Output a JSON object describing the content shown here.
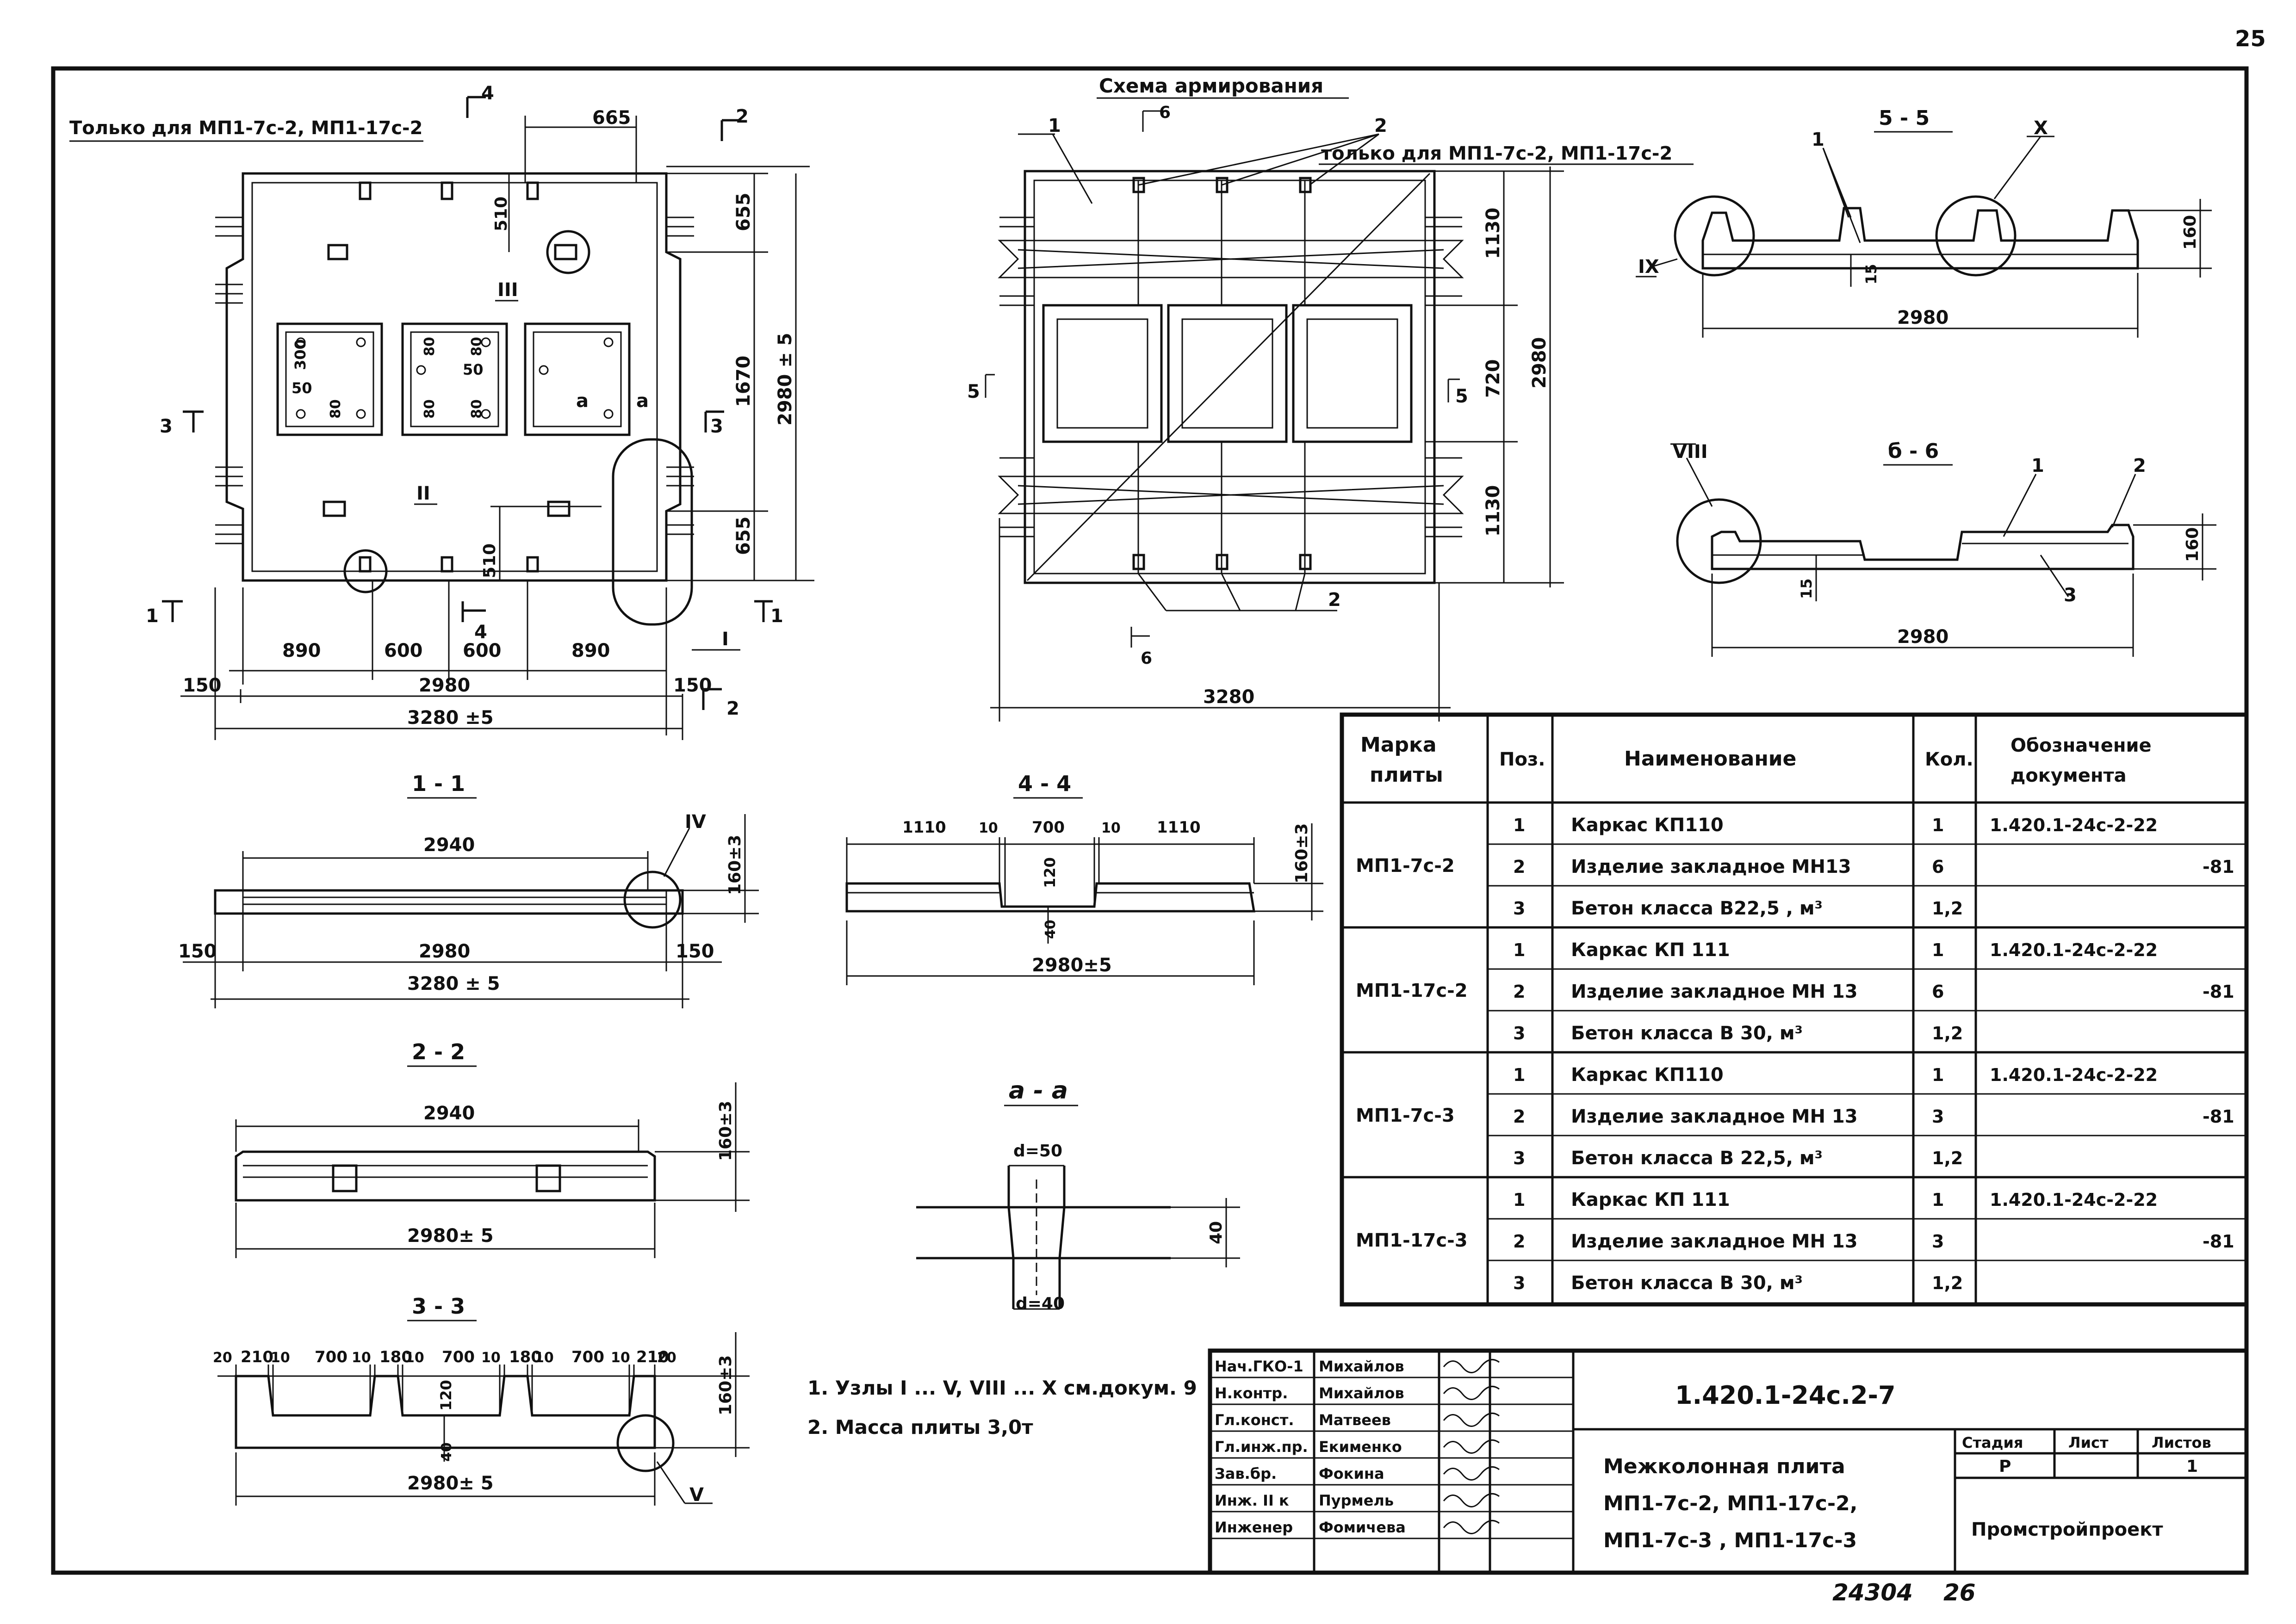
{
  "page_number": "25",
  "bottom_code": "24304",
  "bottom_page": "26",
  "plan": {
    "note": "Только для МП1-7с-2, МП1-17с-2",
    "section_marks": {
      "s1": "1",
      "s2": "2",
      "s3": "3",
      "s4": "4"
    },
    "dims": {
      "d665": "665",
      "d510a": "510",
      "d510b": "510",
      "d655a": "655",
      "d655b": "655",
      "d1670": "1670",
      "d2980v": "2980 ± 5",
      "d300": "300",
      "d50a": "50",
      "d50b": "50",
      "d80a": "80",
      "d80b": "80",
      "d80c": "80",
      "d80d": "80",
      "d80e": "80",
      "d890a": "890",
      "d600a": "600",
      "d600b": "600",
      "d890b": "890",
      "d150a": "150",
      "d2980": "2980",
      "d150b": "150",
      "d3280": "3280 ±5"
    },
    "labels": {
      "a1": "a",
      "a2": "a",
      "node_I": "I",
      "node_II": "II",
      "node_III": "III"
    }
  },
  "scheme": {
    "title": "Схема армирования",
    "note": "только для МП1-7с-2, МП1-17с-2",
    "labels": {
      "p1": "1",
      "p2a": "2",
      "p2b": "2",
      "s5a": "5",
      "s5b": "5",
      "s6a": "6",
      "s6b": "6"
    },
    "dims": {
      "d1130a": "1130",
      "d720": "720",
      "d1130b": "1130",
      "d2980": "2980",
      "d3280": "3280"
    }
  },
  "sec55": {
    "title": "5 - 5",
    "p1": "1",
    "node_X": "X",
    "node_IX": "IX",
    "d160": "160",
    "d15": "15",
    "d2980": "2980"
  },
  "sec66": {
    "title": "б - 6",
    "p1": "1",
    "p2": "2",
    "p3": "3",
    "node_VIII": "VIII",
    "d160": "160",
    "d15": "15",
    "d2980": "2980"
  },
  "sec11": {
    "title": "1 - 1",
    "node_IV": "IV",
    "d2940": "2940",
    "d160": "160±3",
    "d150a": "150",
    "d2980": "2980",
    "d150b": "150",
    "d3280": "3280 ± 5"
  },
  "sec44": {
    "title": "4 - 4",
    "d1110a": "1110",
    "d10a": "10",
    "d700": "700",
    "d10b": "10",
    "d1110b": "1110",
    "d120": "120",
    "d40": "40",
    "d160": "160±3",
    "d2980": "2980±5"
  },
  "sec22": {
    "title": "2 - 2",
    "d2940": "2940",
    "d160": "160±3",
    "d2980": "2980± 5"
  },
  "secaa": {
    "title": "a - a",
    "dtop": "d=50",
    "dbot": "d=40",
    "d40": "40"
  },
  "sec33": {
    "title": "3 - 3",
    "dims": [
      "20",
      "210",
      "10",
      "700",
      "10",
      "180",
      "10",
      "700",
      "10",
      "180",
      "10",
      "700",
      "10",
      "210",
      "20"
    ],
    "d120": "120",
    "d40": "40",
    "d160": "160±3",
    "d2980": "2980± 5",
    "node_V": "V"
  },
  "notes": [
    "1. Узлы I ... V, VIII ... X см.докум. 9",
    "2. Масса плиты 3,0т"
  ],
  "spec_table": {
    "headers": {
      "mark": "Марка плиты",
      "pos": "Поз.",
      "name": "Наименование",
      "qty": "Кол.",
      "doc": "Обозначение документа"
    },
    "groups": [
      {
        "mark": "МП1-7с-2",
        "rows": [
          {
            "pos": "1",
            "name": "Каркас КП110",
            "qty": "1",
            "doc": "1.420.1-24с-2-22"
          },
          {
            "pos": "2",
            "name": "Изделие закладное МН13",
            "qty": "6",
            "doc": "-81"
          },
          {
            "pos": "3",
            "name": "Бетон класса В22,5 , м³",
            "qty": "1,2",
            "doc": ""
          }
        ]
      },
      {
        "mark": "МП1-17с-2",
        "rows": [
          {
            "pos": "1",
            "name": "Каркас КП 111",
            "qty": "1",
            "doc": "1.420.1-24с-2-22"
          },
          {
            "pos": "2",
            "name": "Изделие закладное МН 13",
            "qty": "6",
            "doc": "-81"
          },
          {
            "pos": "3",
            "name": "Бетон класса В 30, м³",
            "qty": "1,2",
            "doc": ""
          }
        ]
      },
      {
        "mark": "МП1-7с-3",
        "rows": [
          {
            "pos": "1",
            "name": "Каркас КП110",
            "qty": "1",
            "doc": "1.420.1-24с-2-22"
          },
          {
            "pos": "2",
            "name": "Изделие закладное МН 13",
            "qty": "3",
            "doc": "-81"
          },
          {
            "pos": "3",
            "name": "Бетон класса В 22,5, м³",
            "qty": "1,2",
            "doc": ""
          }
        ]
      },
      {
        "mark": "МП1-17с-3",
        "rows": [
          {
            "pos": "1",
            "name": "Каркас КП 111",
            "qty": "1",
            "doc": "1.420.1-24с-2-22"
          },
          {
            "pos": "2",
            "name": "Изделие закладное МН 13",
            "qty": "3",
            "doc": "-81"
          },
          {
            "pos": "3",
            "name": "Бетон класса В 30, м³",
            "qty": "1,2",
            "doc": ""
          }
        ]
      }
    ]
  },
  "title_block": {
    "designation": "1.420.1-24с.2-7",
    "title_lines": [
      "Межколонная плита",
      "МП1-7с-2, МП1-17с-2,",
      "МП1-7с-3 , МП1-17с-3"
    ],
    "stage_label": "Стадия",
    "sheet_label": "Лист",
    "sheets_label": "Листов",
    "stage": "Р",
    "sheet": "",
    "sheets": "1",
    "org": "Промстройпроект",
    "signatures": [
      {
        "role": "Нач.ГКО-1",
        "name": "Михайлов"
      },
      {
        "role": "Н.контр.",
        "name": "Михайлов"
      },
      {
        "role": "Гл.конст.",
        "name": "Матвеев"
      },
      {
        "role": "Гл.инж.пр.",
        "name": "Екименко"
      },
      {
        "role": "Зав.бр.",
        "name": "Фокина"
      },
      {
        "role": "Инж. II к",
        "name": "Пурмель"
      },
      {
        "role": "Инженер",
        "name": "Фомичева"
      }
    ]
  }
}
